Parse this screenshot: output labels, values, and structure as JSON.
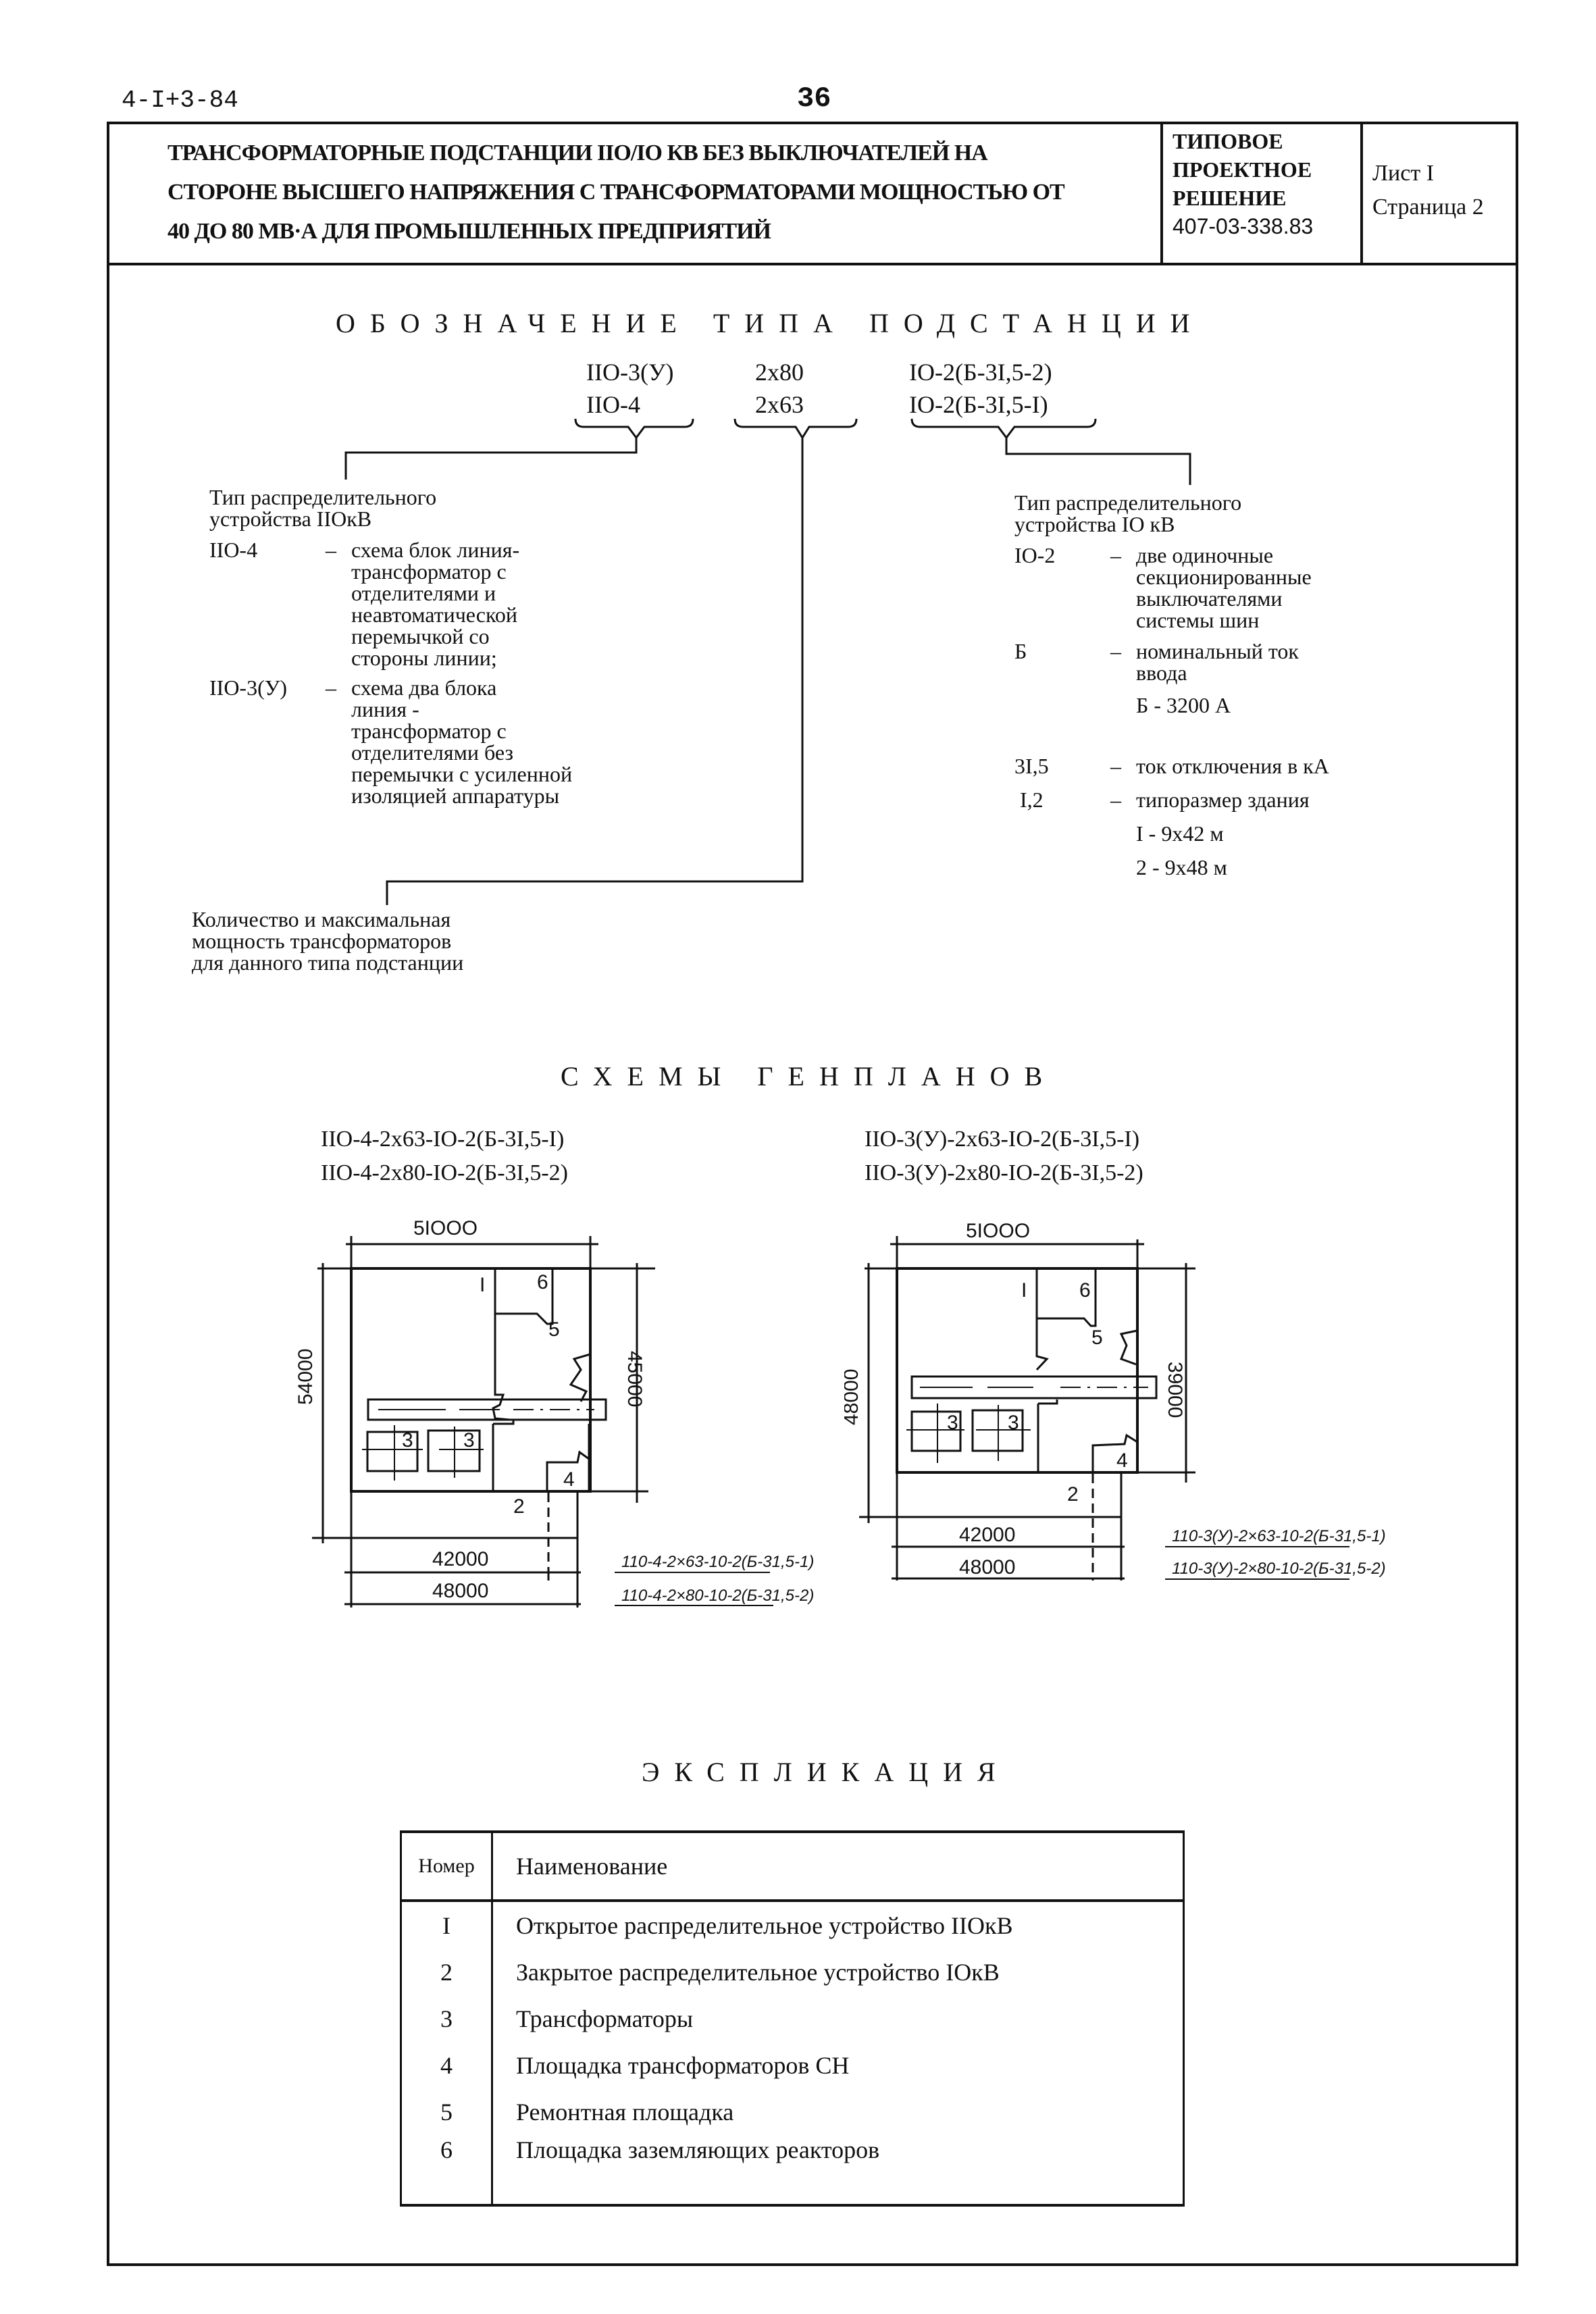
{
  "header": {
    "doc_code": "4-I+3-84",
    "page_number": "36"
  },
  "title_block": {
    "title_lines": [
      "ТРАНСФОРМАТОРНЫЕ ПОДСТАНЦИИ IIO/IO КВ БЕЗ ВЫКЛЮЧАТЕЛЕЙ НА",
      "СТОРОНЕ ВЫСШЕГО НАПРЯЖЕНИЯ С ТРАНСФОРМАТОРАМИ МОЩНОСТЬЮ ОТ",
      "40 ДО 80 МВ·А  ДЛЯ ПРОМЫШЛЕННЫХ ПРЕДПРИЯТИЙ"
    ],
    "solution_lines": [
      "ТИПОВОЕ",
      "ПРОЕКТНОЕ",
      "РЕШЕНИЕ",
      "407-03-338.83"
    ],
    "sheet": "Лист I",
    "page": "Страница 2"
  },
  "designation": {
    "heading": "ОБОЗНАЧЕНИЕ ТИПА ПОДСТАНЦИИ",
    "hv_codes": [
      "IIO-3(У)",
      "IIO-4"
    ],
    "power_codes": [
      "2х80",
      "2х63"
    ],
    "lv_codes": [
      "IO-2(Б-3I,5-2)",
      "IO-2(Б-3I,5-I)"
    ],
    "hv_block": {
      "heading_lines": [
        "Тип распределительного",
        "устройства IIOкВ"
      ],
      "items": [
        {
          "key": "IIO-4",
          "lines": [
            "схема блок линия-",
            "трансформатор с",
            "отделителями и",
            "неавтоматической",
            "перемычкой со",
            "стороны линии;"
          ]
        },
        {
          "key": "IIO-3(У)",
          "lines": [
            "схема два блока",
            "линия -",
            "трансформатор с",
            "отделителями без",
            "перемычки с усиленной",
            "изоляцией аппаратуры"
          ]
        }
      ]
    },
    "power_block": {
      "lines": [
        "Количество и максимальная",
        "мощность трансформаторов",
        "для данного типа подстанции"
      ]
    },
    "lv_block": {
      "heading_lines": [
        "Тип распределительного",
        "устройства IO кВ"
      ],
      "items": [
        {
          "key": "IO-2",
          "lines": [
            "две одиночные",
            "секционированные",
            "выключателями",
            "системы шин"
          ]
        },
        {
          "key": "Б",
          "lines": [
            "номинальный ток",
            "ввода"
          ],
          "extra": "Б - 3200 А"
        },
        {
          "key": "3I,5",
          "lines": [
            "ток отключения в кА"
          ]
        },
        {
          "key": " I,2",
          "lines": [
            "типоразмер здания"
          ],
          "extra_lines": [
            "I - 9х42 м",
            "2 - 9х48 м"
          ]
        }
      ]
    }
  },
  "site_plans": {
    "heading": "СХЕМЫ ГЕНПЛАНОВ",
    "plans": [
      {
        "captions": [
          "IIO-4-2х63-IO-2(Б-3I,5-I)",
          "IIO-4-2х80-IO-2(Б-3I,5-2)"
        ],
        "width_dim": "5IOOO",
        "height_dim": "54000",
        "inner_height_dim": "45000",
        "bottom_dims": [
          "42000",
          "48000"
        ],
        "bottom_labels": [
          "110-4-2×63-10-2(Б-31,5-1)",
          "110-4-2×80-10-2(Б-31,5-2)"
        ],
        "area_labels": {
          "a1": "I",
          "a2": "2",
          "a3": "3",
          "a4": "4",
          "a5": "5",
          "a6": "6"
        }
      },
      {
        "captions": [
          "IIO-3(У)-2х63-IO-2(Б-3I,5-I)",
          "IIO-3(У)-2х80-IO-2(Б-3I,5-2)"
        ],
        "width_dim": "5IOOO",
        "height_dim": "48000",
        "inner_height_dim": "39000",
        "bottom_dims": [
          "42000",
          "48000"
        ],
        "bottom_labels": [
          "110-3(У)-2×63-10-2(Б-31,5-1)",
          "110-3(У)-2×80-10-2(Б-31,5-2)"
        ],
        "area_labels": {
          "a1": "I",
          "a2": "2",
          "a3": "3",
          "a4": "4",
          "a5": "5",
          "a6": "6"
        }
      }
    ]
  },
  "explication": {
    "heading": "ЭКСПЛИКАЦИЯ",
    "columns": [
      "Номер",
      "Наименование"
    ],
    "rows": [
      {
        "num": "I",
        "name": "Открытое распределительное устройство IIOкВ"
      },
      {
        "num": "2",
        "name": "Закрытое распределительное устройство IOкВ"
      },
      {
        "num": "3",
        "name": "Трансформаторы"
      },
      {
        "num": "4",
        "name": "Площадка трансформаторов СН"
      },
      {
        "num": "5",
        "name": "Ремонтная площадка"
      },
      {
        "num": "6",
        "name": "Площадка заземляющих реакторов"
      }
    ]
  }
}
